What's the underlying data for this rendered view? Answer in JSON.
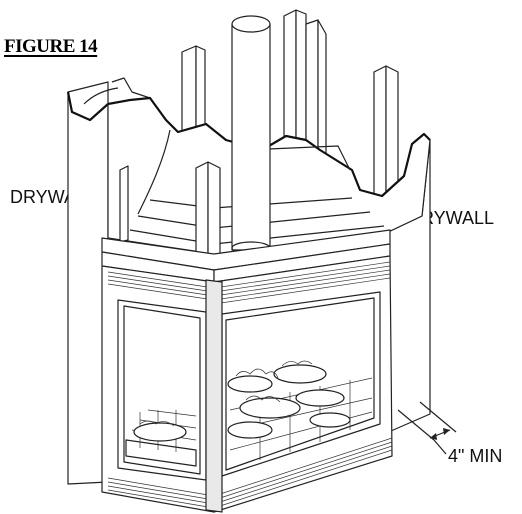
{
  "figure": {
    "title": "FIGURE 14",
    "labels": {
      "drywall_left": "DRYWALL",
      "drywall_right": "DRYWALL",
      "clearance": "4\" MIN"
    }
  }
}
